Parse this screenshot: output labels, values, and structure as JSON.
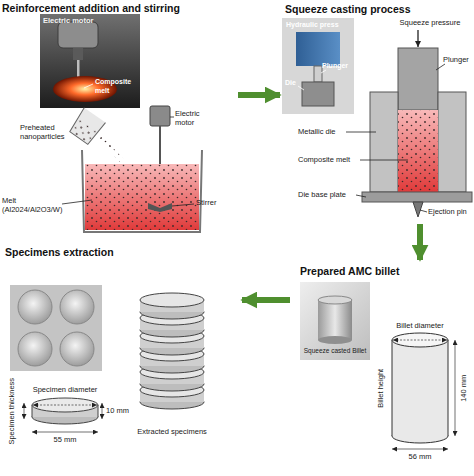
{
  "diagram": {
    "nodes": [
      {
        "text": [
          "Reinforcement addition and stirring"
        ]
      },
      {
        "text": [
          "Squeeze casting process"
        ]
      },
      {
        "text": [
          "Prepared AMC billet"
        ]
      },
      {
        "text": [
          "Specimens extraction"
        ]
      }
    ],
    "edges": [
      {
        "from": 0,
        "to": 1,
        "arrow": "to"
      },
      {
        "from": 1,
        "to": 2,
        "arrow": "to"
      },
      {
        "from": 2,
        "to": 3,
        "arrow": "to"
      }
    ],
    "labels": [
      "Electric motor",
      "Composite melt",
      "Electric motor",
      "Preheated nanoparticles",
      "Melt (Al2024/Al2O3/W)",
      "Stirrer",
      "Hydraulic press",
      "Die",
      "Plunger",
      "Squeeze pressure",
      "Plunger",
      "Metallic die",
      "Composite melt",
      "Die base plate",
      "Ejection pin",
      "Squeeze casted Billet",
      "Billet diameter",
      "Billet height",
      "140 mm",
      "56 mm",
      "Specimen diameter",
      "Specimen thickness",
      "10 mm",
      "55 mm",
      "Extracted specimens"
    ]
  }
}
